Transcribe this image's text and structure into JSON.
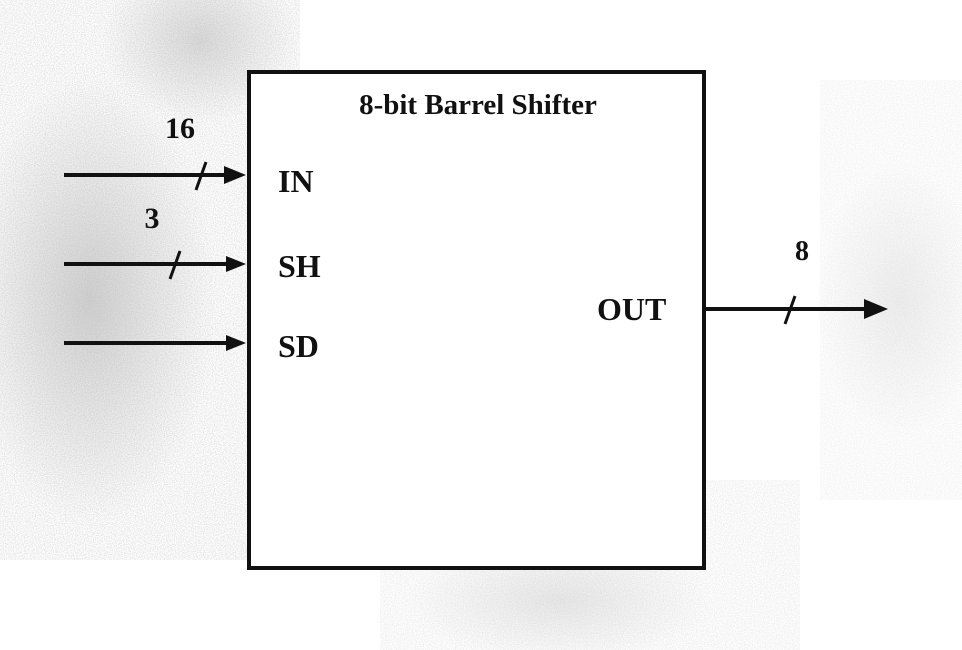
{
  "diagram": {
    "title": "8-bit Barrel Shifter",
    "inputs": [
      {
        "port": "IN",
        "width": "16"
      },
      {
        "port": "SH",
        "width": "3"
      },
      {
        "port": "SD",
        "width": ""
      }
    ],
    "output": {
      "port": "OUT",
      "width": "8"
    }
  }
}
